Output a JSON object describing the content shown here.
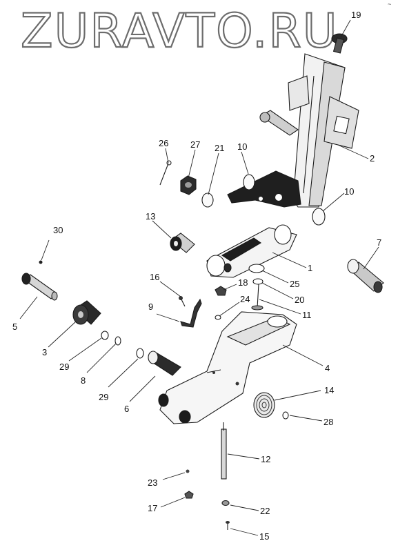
{
  "watermark": "ZURAVTO.RU",
  "corner_mark": "~",
  "callouts": [
    {
      "id": "c19",
      "text": "19"
    },
    {
      "id": "c2",
      "text": "2"
    },
    {
      "id": "c26",
      "text": "26"
    },
    {
      "id": "c27",
      "text": "27"
    },
    {
      "id": "c21",
      "text": "21"
    },
    {
      "id": "c10a",
      "text": "10"
    },
    {
      "id": "c10b",
      "text": "10"
    },
    {
      "id": "c13",
      "text": "13"
    },
    {
      "id": "c30",
      "text": "30"
    },
    {
      "id": "c7",
      "text": "7"
    },
    {
      "id": "c1",
      "text": "1"
    },
    {
      "id": "c25",
      "text": "25"
    },
    {
      "id": "c16",
      "text": "16"
    },
    {
      "id": "c18",
      "text": "18"
    },
    {
      "id": "c20",
      "text": "20"
    },
    {
      "id": "c24",
      "text": "24"
    },
    {
      "id": "c11",
      "text": "11"
    },
    {
      "id": "c9",
      "text": "9"
    },
    {
      "id": "c5",
      "text": "5"
    },
    {
      "id": "c4",
      "text": "4"
    },
    {
      "id": "c3",
      "text": "3"
    },
    {
      "id": "c29a",
      "text": "29"
    },
    {
      "id": "c8",
      "text": "8"
    },
    {
      "id": "c29b",
      "text": "29"
    },
    {
      "id": "c6",
      "text": "6"
    },
    {
      "id": "c14",
      "text": "14"
    },
    {
      "id": "c28",
      "text": "28"
    },
    {
      "id": "c12",
      "text": "12"
    },
    {
      "id": "c23",
      "text": "23"
    },
    {
      "id": "c17",
      "text": "17"
    },
    {
      "id": "c22",
      "text": "22"
    },
    {
      "id": "c15",
      "text": "15"
    }
  ]
}
